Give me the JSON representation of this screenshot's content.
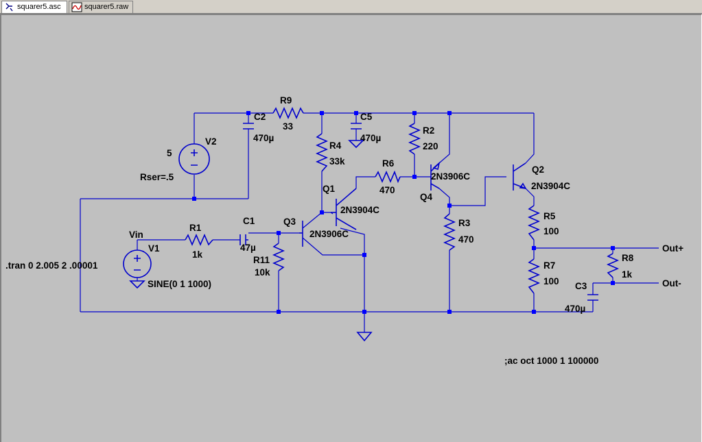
{
  "tabs": [
    {
      "label": "squarer5.asc",
      "icon": "schematic-icon",
      "active": true
    },
    {
      "label": "squarer5.raw",
      "icon": "waveform-icon",
      "active": false
    }
  ],
  "colors": {
    "wire": "#0000cc",
    "junction": "#0000ff",
    "background": "#c0c0c0",
    "text": "#000000"
  },
  "components": {
    "V2": {
      "ref": "V2",
      "value": "5",
      "param": "Rser=.5"
    },
    "R9": {
      "ref": "R9",
      "value": "33"
    },
    "C2": {
      "ref": "C2",
      "value": "470µ"
    },
    "C5": {
      "ref": "C5",
      "value": "470µ"
    },
    "R4": {
      "ref": "R4",
      "value": "33k"
    },
    "R2": {
      "ref": "R2",
      "value": "220"
    },
    "R6": {
      "ref": "R6",
      "value": "470"
    },
    "Q1": {
      "ref": "Q1",
      "model": "2N3904C"
    },
    "Q3": {
      "ref": "Q3",
      "model": "2N3906C"
    },
    "Q4": {
      "ref": "Q4",
      "model": "2N3906C"
    },
    "Q2": {
      "ref": "Q2",
      "model": "2N3904C"
    },
    "V1": {
      "ref": "V1",
      "net": "Vin",
      "value": "SINE(0 1 1000)"
    },
    "R1": {
      "ref": "R1",
      "value": "1k"
    },
    "C1": {
      "ref": "C1",
      "value": "47µ"
    },
    "R11": {
      "ref": "R11",
      "value": "10k"
    },
    "R3": {
      "ref": "R3",
      "value": "470"
    },
    "R5": {
      "ref": "R5",
      "value": "100"
    },
    "R7": {
      "ref": "R7",
      "value": "100"
    },
    "R8": {
      "ref": "R8",
      "value": "1k"
    },
    "C3": {
      "ref": "C3",
      "value": "470µ"
    }
  },
  "net_labels": {
    "out_plus": "Out+",
    "out_minus": "Out-"
  },
  "directives": {
    "tran": ".tran 0 2.005 2 .00001",
    "ac": ";ac oct 1000 1 100000"
  }
}
